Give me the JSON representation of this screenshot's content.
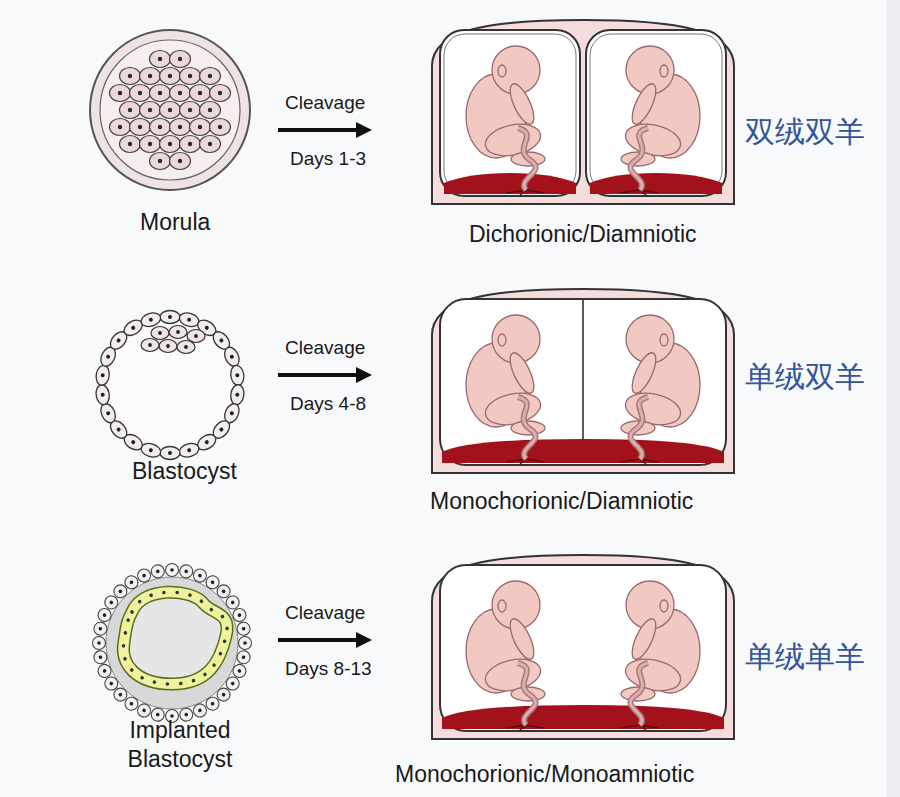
{
  "diagram": {
    "nodes": [
      {
        "text": [
          "Morula"
        ]
      },
      {
        "text": [
          "Dichorionic/Diamniotic",
          "双绒双羊"
        ]
      },
      {
        "text": [
          "Blastocyst"
        ]
      },
      {
        "text": [
          "Monochorionic/Diamniotic",
          "单绒双羊"
        ]
      },
      {
        "text": [
          "Implanted Blastocyst"
        ]
      },
      {
        "text": [
          "Monochorionic/Monoamniotic",
          "单绒单羊"
        ]
      }
    ],
    "edges": [
      {
        "from": 0,
        "to": 1,
        "label": "Cleavage",
        "arrow": "to"
      },
      {
        "from": 2,
        "to": 3,
        "label": "Cleavage",
        "arrow": "to"
      },
      {
        "from": 4,
        "to": 5,
        "label": "Cleavage",
        "arrow": "to"
      }
    ],
    "labels": [
      "Days 1-3",
      "Days 4-8",
      "Days 8-13"
    ]
  }
}
